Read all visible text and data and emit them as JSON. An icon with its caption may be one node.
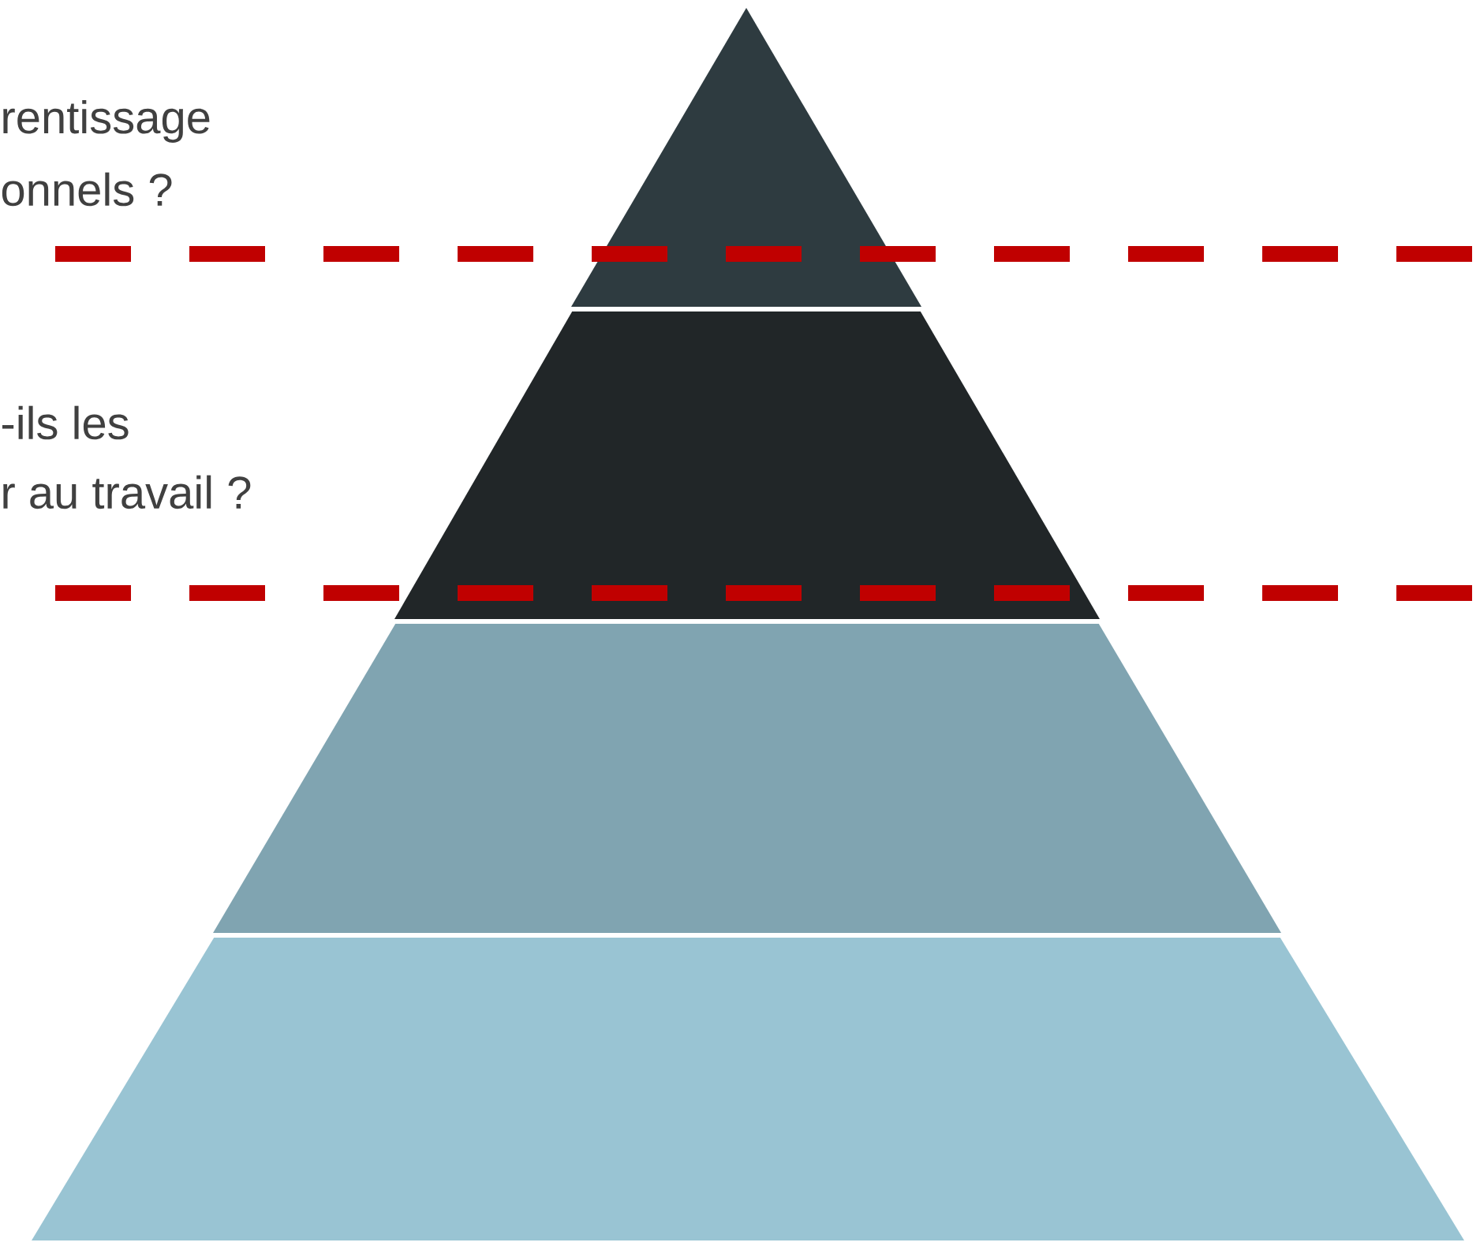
{
  "diagram": {
    "nodes": [
      {
        "text": [],
        "shape": "triangle"
      },
      {
        "text": [],
        "shape": "trapezoid"
      },
      {
        "text": [],
        "shape": "trapezoid"
      },
      {
        "text": [],
        "shape": "trapezoid"
      }
    ],
    "labels": [
      "rentissage",
      "onnels ?",
      "-ils les",
      "r au travail ?"
    ]
  }
}
